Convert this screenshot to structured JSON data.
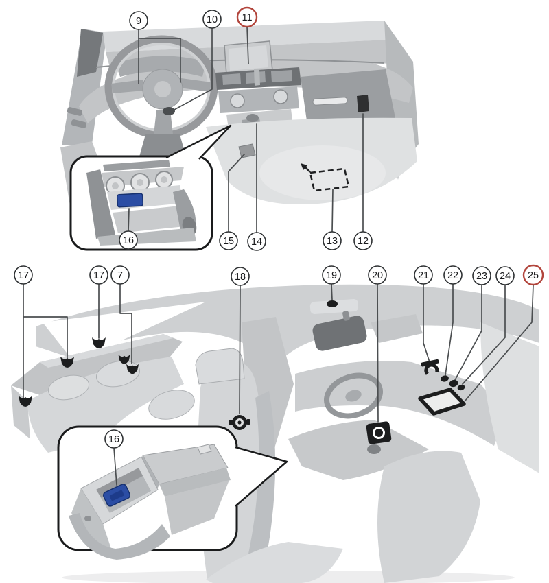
{
  "diagram": {
    "kind": "car-interior-equipment-location-diagram",
    "page_background": "#ffffff",
    "colors": {
      "highlight_red": "#b2453c",
      "part_blue": "#2b4da4",
      "leader_line": "#4b4e50",
      "marker_black": "#1c1d1e"
    },
    "callouts": {
      "c9": {
        "label": "9",
        "highlighted": false
      },
      "c10": {
        "label": "10",
        "highlighted": false
      },
      "c11": {
        "label": "11",
        "highlighted": true
      },
      "c12": {
        "label": "12",
        "highlighted": false
      },
      "c13": {
        "label": "13",
        "highlighted": false
      },
      "c14": {
        "label": "14",
        "highlighted": false
      },
      "c15": {
        "label": "15",
        "highlighted": false
      },
      "c16a": {
        "label": "16",
        "highlighted": false
      },
      "c16b": {
        "label": "16",
        "highlighted": false
      },
      "c17a": {
        "label": "17",
        "highlighted": false
      },
      "c17b": {
        "label": "17",
        "highlighted": false
      },
      "c7": {
        "label": "7",
        "highlighted": false
      },
      "c18": {
        "label": "18",
        "highlighted": false
      },
      "c19": {
        "label": "19",
        "highlighted": false
      },
      "c20": {
        "label": "20",
        "highlighted": false
      },
      "c21": {
        "label": "21",
        "highlighted": false
      },
      "c22": {
        "label": "22",
        "highlighted": false
      },
      "c23": {
        "label": "23",
        "highlighted": false
      },
      "c24": {
        "label": "24",
        "highlighted": false
      },
      "c25": {
        "label": "25",
        "highlighted": true
      }
    },
    "markers": {
      "anchor_hook": "black-anchor-hook-marker",
      "round_ring": "round-anchor-ring-marker",
      "ceiling_mic": "ceiling-microphone-marker",
      "power_outlet": "power-outlet-marker",
      "deck_hook": "deck-hook-marker",
      "small_clip": "small-clip-marker",
      "speaker_frame": "black-frame-marker",
      "dashed_box": "dashed-location-box",
      "blue_part": "blue-highlighted-component"
    }
  }
}
